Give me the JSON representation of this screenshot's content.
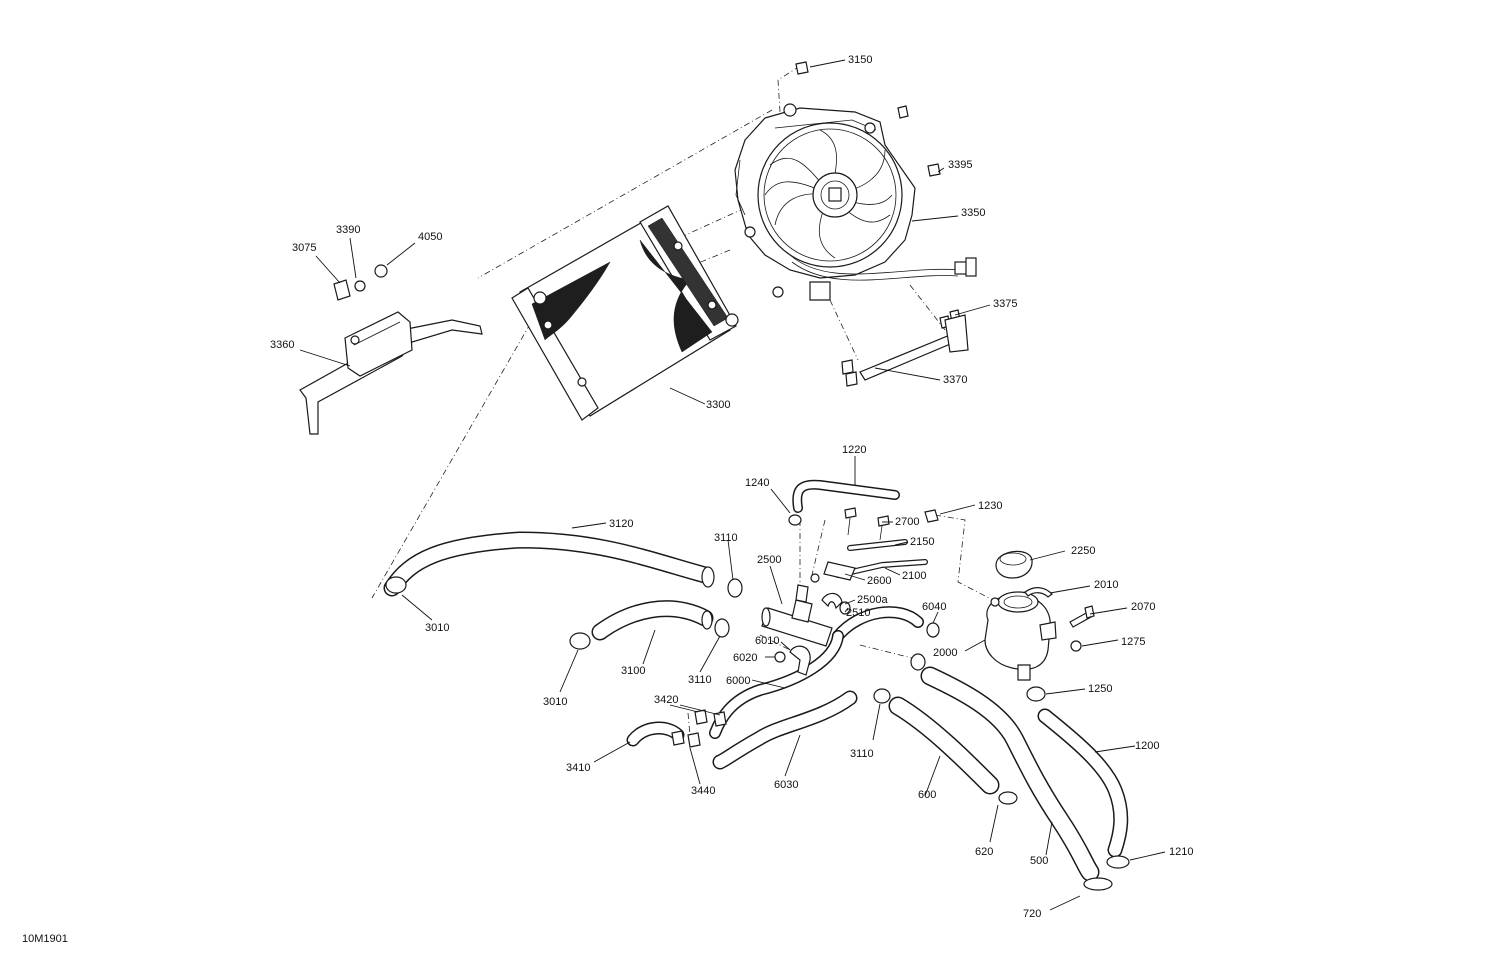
{
  "drawing_number": "10M1901",
  "callouts": [
    {
      "id": "c3150",
      "text": "3150"
    },
    {
      "id": "c3395",
      "text": "3395"
    },
    {
      "id": "c3350",
      "text": "3350"
    },
    {
      "id": "c3375",
      "text": "3375"
    },
    {
      "id": "c3370",
      "text": "3370"
    },
    {
      "id": "c3390",
      "text": "3390"
    },
    {
      "id": "c4050",
      "text": "4050"
    },
    {
      "id": "c3075",
      "text": "3075"
    },
    {
      "id": "c3360",
      "text": "3360"
    },
    {
      "id": "c3300",
      "text": "3300"
    },
    {
      "id": "c1220",
      "text": "1220"
    },
    {
      "id": "c1240",
      "text": "1240"
    },
    {
      "id": "c1230",
      "text": "1230"
    },
    {
      "id": "c2700",
      "text": "2700"
    },
    {
      "id": "c2150",
      "text": "2150"
    },
    {
      "id": "c2100",
      "text": "2100"
    },
    {
      "id": "c2600",
      "text": "2600"
    },
    {
      "id": "c2500",
      "text": "2500"
    },
    {
      "id": "c2500a",
      "text": "2500a"
    },
    {
      "id": "c2510",
      "text": "2510"
    },
    {
      "id": "c3120",
      "text": "3120"
    },
    {
      "id": "c3110a",
      "text": "3110"
    },
    {
      "id": "c3110b",
      "text": "3110"
    },
    {
      "id": "c3110c",
      "text": "3110"
    },
    {
      "id": "c3010a",
      "text": "3010"
    },
    {
      "id": "c3010b",
      "text": "3010"
    },
    {
      "id": "c3100",
      "text": "3100"
    },
    {
      "id": "c6010",
      "text": "6010"
    },
    {
      "id": "c6020",
      "text": "6020"
    },
    {
      "id": "c6000",
      "text": "6000"
    },
    {
      "id": "c6040",
      "text": "6040"
    },
    {
      "id": "c6030",
      "text": "6030"
    },
    {
      "id": "c3420",
      "text": "3420"
    },
    {
      "id": "c3410",
      "text": "3410"
    },
    {
      "id": "c3440",
      "text": "3440"
    },
    {
      "id": "c2250",
      "text": "2250"
    },
    {
      "id": "c2010",
      "text": "2010"
    },
    {
      "id": "c2070",
      "text": "2070"
    },
    {
      "id": "c2000",
      "text": "2000"
    },
    {
      "id": "c1275",
      "text": "1275"
    },
    {
      "id": "c1250",
      "text": "1250"
    },
    {
      "id": "c1200",
      "text": "1200"
    },
    {
      "id": "c1210",
      "text": "1210"
    },
    {
      "id": "c600",
      "text": "600"
    },
    {
      "id": "c620",
      "text": "620"
    },
    {
      "id": "c500",
      "text": "500"
    },
    {
      "id": "c720",
      "text": "720"
    }
  ]
}
